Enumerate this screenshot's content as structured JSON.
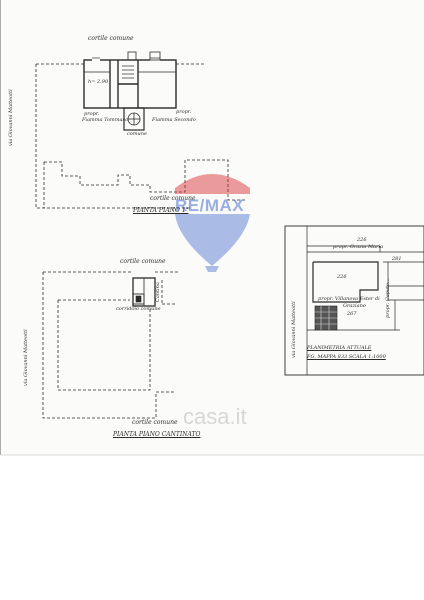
{
  "upper_plan": {
    "cortile_top": "cortile comune",
    "street": "via Giovanni Matteotti",
    "room_height": "h= 2.90",
    "owner_left_1": "propr.",
    "owner_left_2": "Fiamma Tommaso",
    "owner_right_1": "propr.",
    "owner_right_2": "Fiamma Secondo",
    "stair_label": "comune",
    "cortile_bottom": "cortile comune",
    "title": "PIANTA PIANO 1°"
  },
  "cellar_plan": {
    "cortile_top": "cortile comune",
    "street": "via Giovanni Matteotti",
    "corridor": "corridoio comune",
    "room": "Cantina",
    "cortile_bottom": "cortile comune",
    "title": "PIANTA PIANO CANTINATO"
  },
  "site_plan": {
    "parcel_top": "226",
    "owner_top": "propr. Grazia Maria",
    "parcel_center": "226",
    "owner_right": "propr. Caputo...",
    "parcel_right": "281",
    "owner_bottom_1": "propr. Villanova Ester di",
    "owner_bottom_2": "Graziano",
    "parcel_bottom": "267",
    "street": "via Giovanni Matteotti",
    "title_1": "PLANIMETRIA ATTUALE",
    "title_2": "FG. MAPPA 833 SCALA 1:1000"
  },
  "watermarks": {
    "remax": "RE/MAX",
    "casa": "casa.it"
  },
  "colors": {
    "line": "#2b2b2b",
    "remax_red": "#d9262b",
    "remax_blue": "#4a6fd0"
  }
}
